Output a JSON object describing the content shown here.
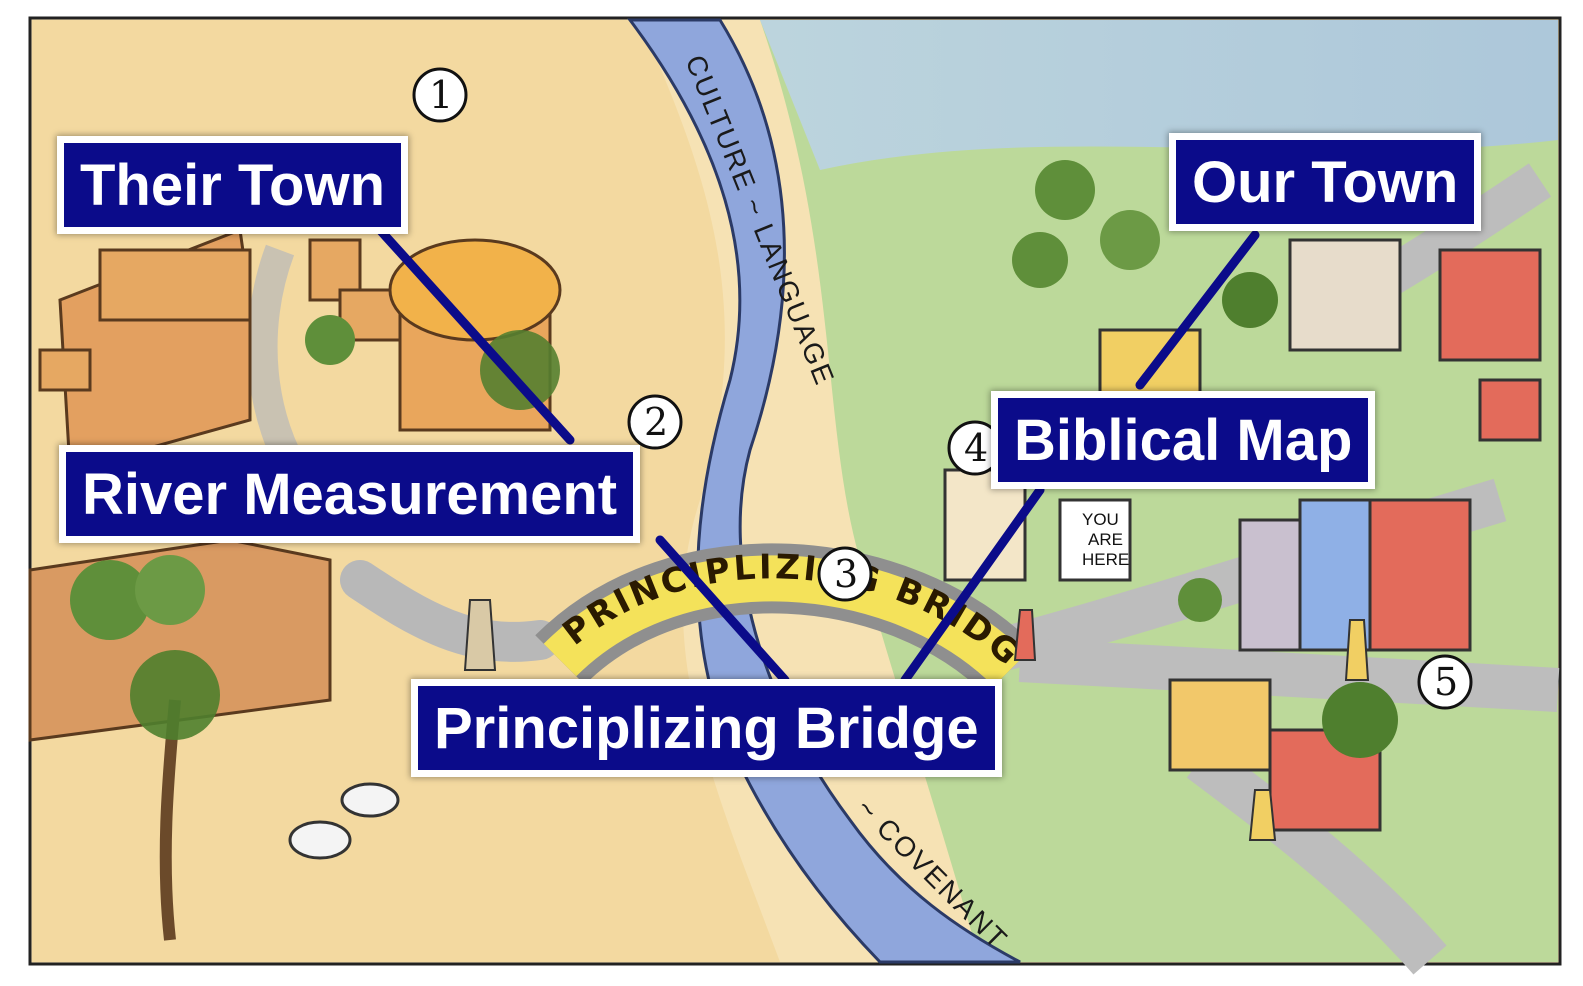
{
  "labels": {
    "their_town": "Their Town",
    "our_town": "Our Town",
    "river_measurement": "River Measurement",
    "biblical_map": "Biblical Map",
    "principlizing_bridge": "Principlizing Bridge"
  },
  "river_text": {
    "top": "CULTURE ~ LANGUAGE",
    "bottom": "~ COVENANT"
  },
  "bridge_text": "PRINCIPLIZING BRIDGE",
  "sign_text": [
    "YOU",
    "ARE",
    "HERE"
  ],
  "step_numbers": [
    "1",
    "2",
    "3",
    "4",
    "5"
  ],
  "colors": {
    "label_bg": "#0b0b8a",
    "label_text": "#ffffff",
    "connector": "#0b0b8a",
    "river": "#8fa6dc",
    "their_land": "#f5dca8",
    "our_land": "#bcd99a"
  }
}
